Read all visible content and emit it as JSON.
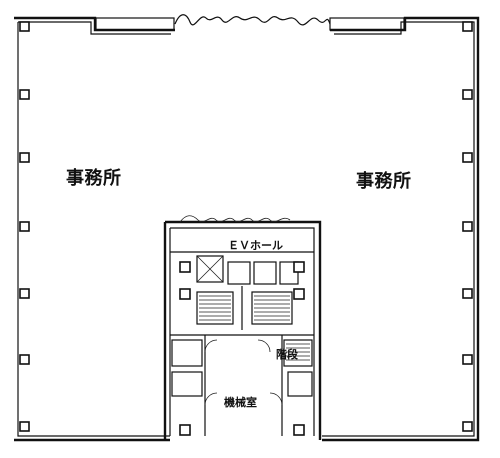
{
  "rooms": {
    "office_left": "事務所",
    "office_right": "事務所",
    "elevator_hall": "ＥＶホール",
    "stairs": "階段",
    "machine_room": "機械室"
  },
  "colors": {
    "line": "#111111",
    "background": "#ffffff"
  }
}
